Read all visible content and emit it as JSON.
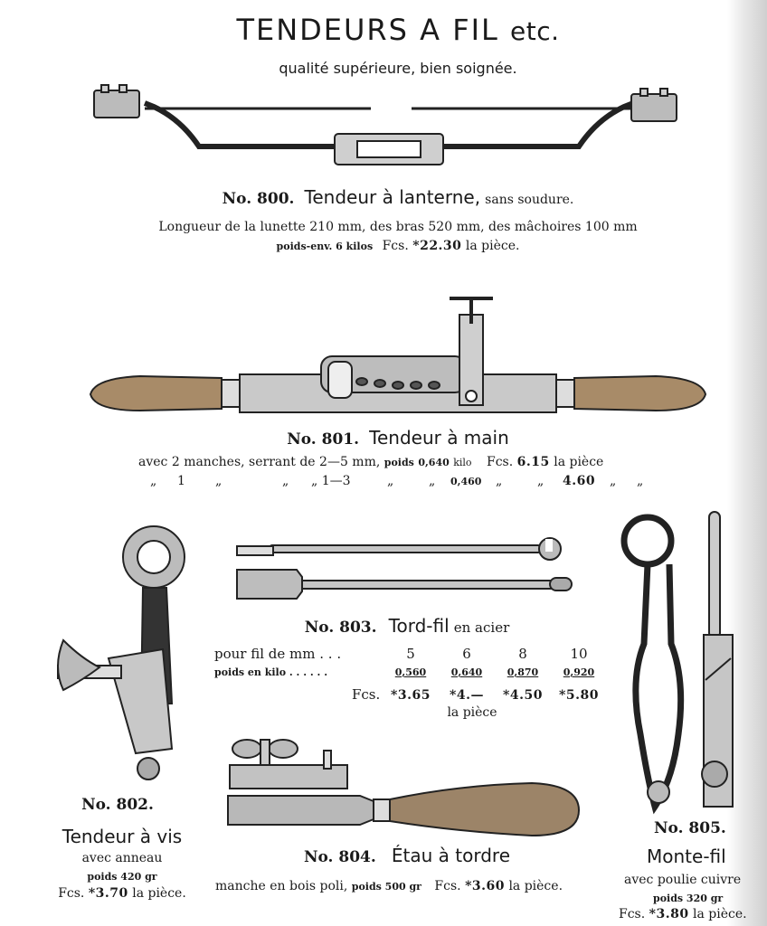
{
  "header": {
    "title": "TENDEURS A FIL",
    "title_suffix": "etc.",
    "subtitle": "qualité supérieure, bien soignée."
  },
  "p800": {
    "no": "No. 800.",
    "name": "Tendeur à lanterne,",
    "name_note": "sans soudure.",
    "line1": "Longueur de la lunette 210 mm, des bras 520 mm, des mâchoires 100 mm",
    "weight": "poids-env. 6 kilos",
    "fcs": "Fcs.",
    "price": "*22.30",
    "unit": "la pièce."
  },
  "p801": {
    "no": "No. 801.",
    "name": "Tendeur à main",
    "row1": {
      "text": "avec 2 manches, serrant de 2—5 mm,",
      "weight_label": "poids",
      "weight": "0,640",
      "weight_unit": "kilo",
      "fcs": "Fcs.",
      "price": "6.15",
      "unit": "la pièce"
    },
    "row2": {
      "c1": "„",
      "c2": "1",
      "c3": "„",
      "c4": "„",
      "c5": "„ 1—3",
      "c6": "„",
      "c7": "„",
      "weight": "0,460",
      "c8": "„",
      "c9": "„",
      "price": "4.60",
      "c10": "„",
      "c11": "„"
    }
  },
  "p802": {
    "no": "No. 802.",
    "name": "Tendeur à vis",
    "desc": "avec anneau",
    "weight": "poids 420 gr",
    "fcs": "Fcs.",
    "price": "*3.70",
    "unit": "la pièce."
  },
  "p803": {
    "no": "No. 803.",
    "name": "Tord-fil",
    "name_note": "en acier",
    "row_labels": [
      "pour fil de mm . . .",
      "poids en kilo . . . . . ."
    ],
    "sizes": [
      "5",
      "6",
      "8",
      "10"
    ],
    "weights": [
      "0,560",
      "0,640",
      "0,870",
      "0,920"
    ],
    "fcs": "Fcs.",
    "prices": [
      "*3.65",
      "*4.—",
      "*4.50",
      "*5.80"
    ],
    "unit": "la pièce"
  },
  "p804": {
    "no": "No. 804.",
    "name": "Étau à tordre",
    "desc": "manche en bois poli,",
    "weight": "poids 500 gr",
    "fcs": "Fcs.",
    "price": "*3.60",
    "unit": "la pièce."
  },
  "p805": {
    "no": "No. 805.",
    "name": "Monte-fil",
    "desc": "avec poulie cuivre",
    "weight": "poids 320 gr",
    "fcs": "Fcs.",
    "price": "*3.80",
    "unit": "la pièce."
  }
}
